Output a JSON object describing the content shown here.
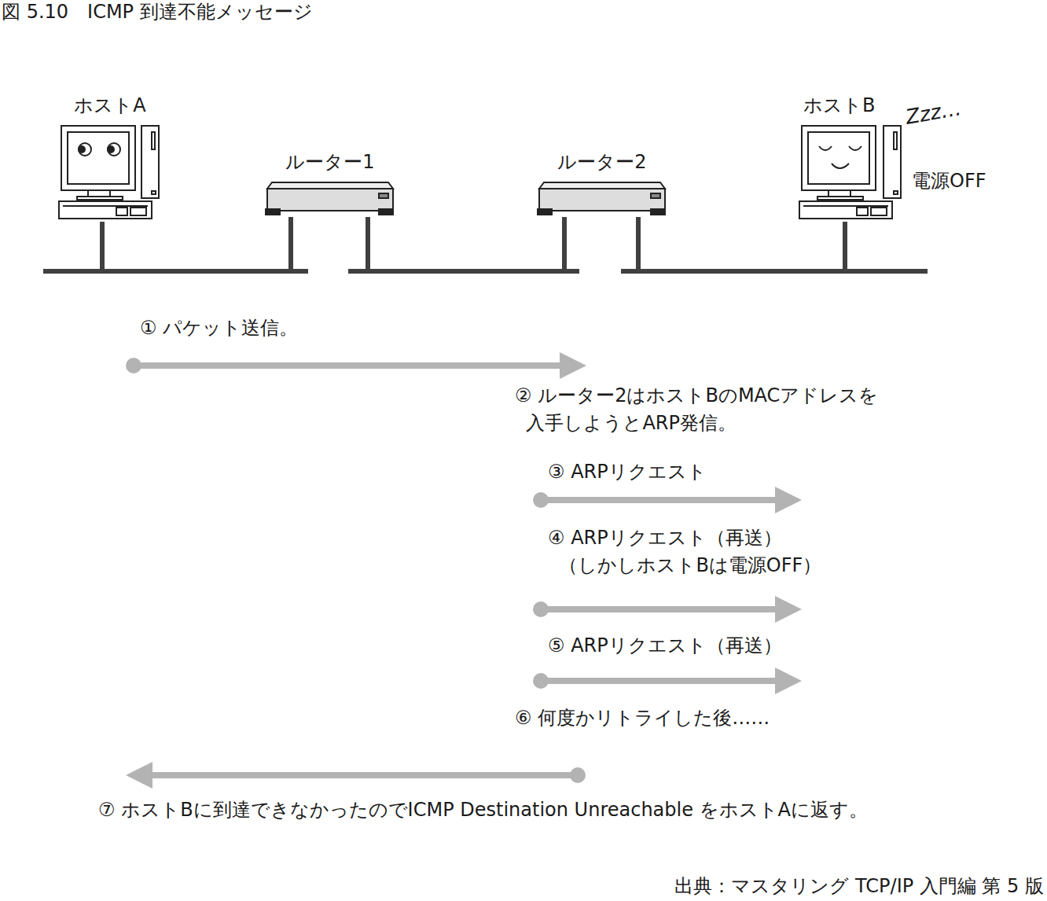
{
  "diagram": {
    "title": "図 5.10　ICMP 到達不能メッセージ",
    "caption": "出典：マスタリング TCP/IP 入門編 第 5 版",
    "nodes": [
      {
        "text": [
          "ホストA"
        ]
      },
      {
        "text": [
          "ルーター1"
        ]
      },
      {
        "text": [
          "ルーター2"
        ]
      },
      {
        "text": [
          "ホストB",
          "Zzz…",
          "電源OFF"
        ]
      }
    ],
    "edges": [
      {
        "from": 0,
        "to": 1,
        "arrow": "none"
      },
      {
        "from": 1,
        "to": 2,
        "arrow": "none"
      },
      {
        "from": 2,
        "to": 3,
        "arrow": "none"
      }
    ],
    "labels": [
      "① パケット送信。",
      "② ルーター2はホストBのMACアドレスを 入手しようとARP発信。",
      "③ ARPリクエスト",
      "④ ARPリクエスト（再送） （しかしホストBは電源OFF）",
      "⑤ ARPリクエスト（再送）",
      "⑥ 何度かリトライした後……",
      "⑦ ホストBに到達できなかったのでICMP Destination Unreachable をホストAに返す。"
    ]
  }
}
